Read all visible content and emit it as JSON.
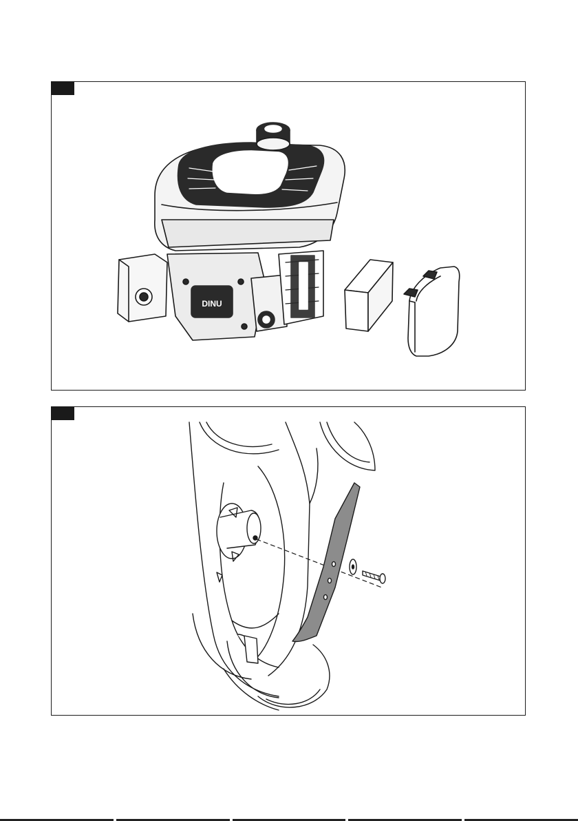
{
  "figures": [
    {
      "number": "",
      "parts": [
        "engine-unit",
        "air-filter-sponge",
        "air-filter-cover"
      ],
      "engine_label_text": "DINU"
    },
    {
      "number": "",
      "parts": [
        "mower-deck-underside",
        "drive-hub",
        "cutting-blade",
        "washer",
        "blade-bolt"
      ]
    }
  ],
  "colors": {
    "line": "#1a1a1a",
    "blade_fill": "#8c8c8c",
    "engine_dark": "#2a2a2a"
  }
}
